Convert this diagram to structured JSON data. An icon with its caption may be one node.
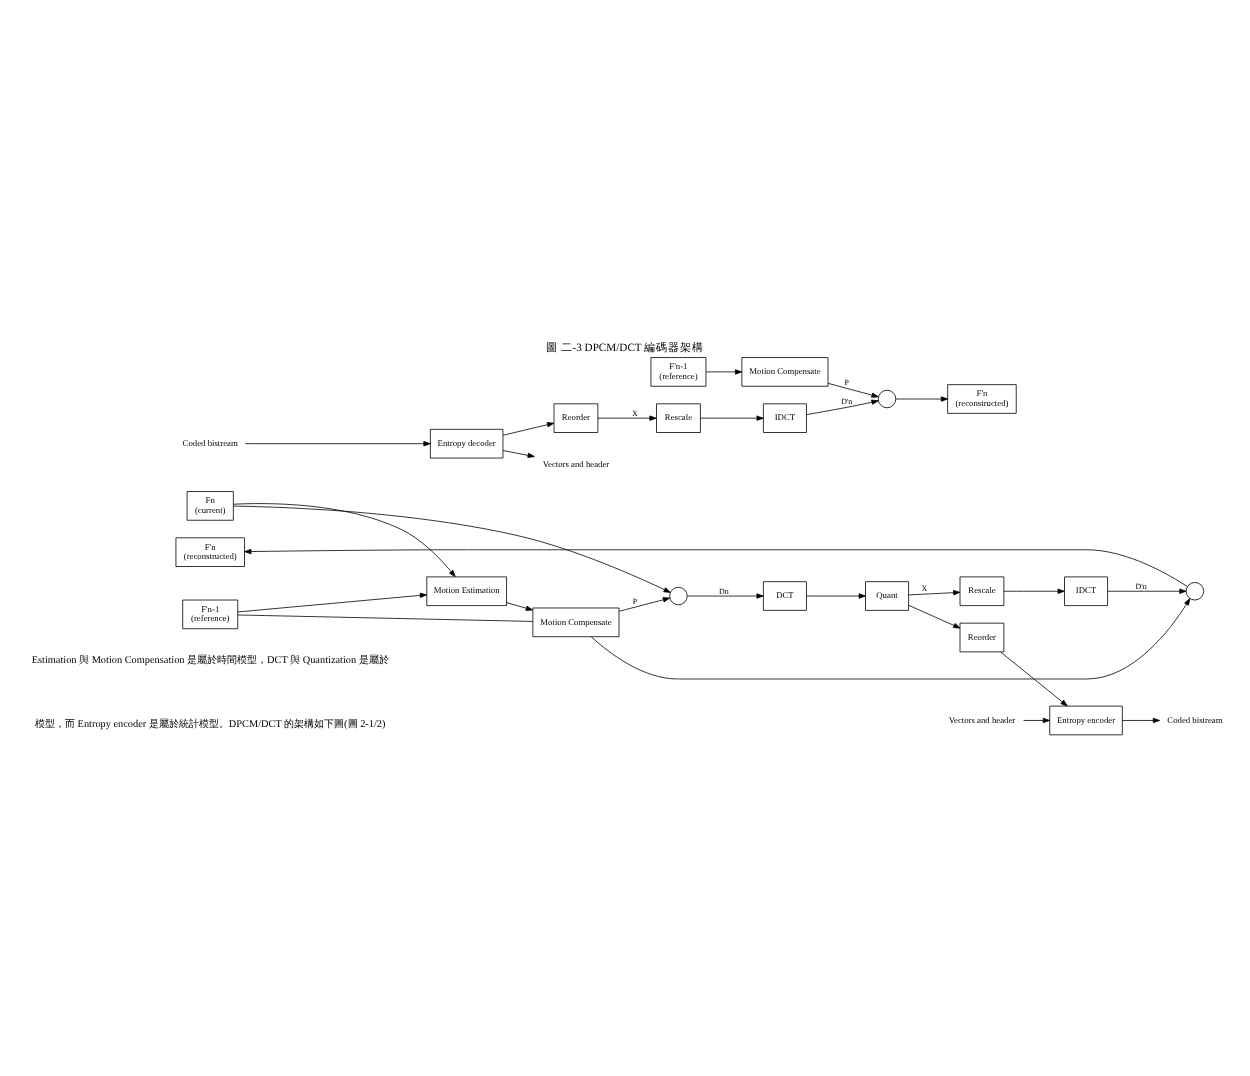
{
  "diagram": {
    "caption": "圖 二-3 DPCM/DCT 編碼器架構",
    "nodes": [
      {
        "text": [
          "Fn",
          "(current)"
        ]
      },
      {
        "text": [
          "Motion Estimation"
        ]
      },
      {
        "text": [
          "F'n-1",
          "(reference)"
        ]
      },
      {
        "text": [
          "Motion Compensate"
        ]
      },
      {
        "text": [
          "F'n",
          "(reconstructed)"
        ]
      },
      {
        "text": [],
        "shape": "circle"
      },
      {
        "text": [
          "DCT"
        ]
      },
      {
        "text": [
          "Quant"
        ]
      },
      {
        "text": [],
        "shape": "circle"
      },
      {
        "text": [
          "IDCT"
        ]
      },
      {
        "text": [
          "Rescale"
        ]
      },
      {
        "text": [
          "Reorder"
        ]
      },
      {
        "text": [
          "Vectors and header"
        ]
      },
      {
        "text": [
          "Entropy encoder"
        ]
      },
      {
        "text": [
          "Coded bistream"
        ]
      },
      {
        "text": [
          "F'n-1",
          "(reference)"
        ]
      },
      {
        "text": [
          "Motion Compensate"
        ]
      },
      {
        "text": [
          "F'n",
          "(reconstructed)"
        ]
      },
      {
        "text": [],
        "shape": "circle"
      },
      {
        "text": [
          "IDCT"
        ]
      },
      {
        "text": [
          "Rescale"
        ]
      },
      {
        "text": [
          "Reorder"
        ]
      },
      {
        "text": [
          "Vectors and header"
        ]
      },
      {
        "text": [
          "Entropy decoder"
        ]
      },
      {
        "text": [
          "Coded bistream"
        ]
      }
    ],
    "edges": [
      {
        "from": 0,
        "to": 5,
        "arrow": "to"
      },
      {
        "from": 0,
        "to": 1,
        "arrow": "to"
      },
      {
        "from": 2,
        "to": 1,
        "arrow": "to"
      },
      {
        "from": 2,
        "to": 3,
        "arrow": "none"
      },
      {
        "from": 1,
        "to": 3,
        "arrow": "to"
      },
      {
        "from": 5,
        "to": 6,
        "arrow": "to",
        "label": "Dn"
      },
      {
        "from": 6,
        "to": 7,
        "arrow": "to"
      },
      {
        "from": 3,
        "to": 5,
        "arrow": "to",
        "label": "P"
      },
      {
        "from": 3,
        "to": 8,
        "arrow": "to"
      },
      {
        "from": 7,
        "to": 10,
        "arrow": "to",
        "label": "X"
      },
      {
        "from": 7,
        "to": 11,
        "arrow": "to"
      },
      {
        "from": 10,
        "to": 9,
        "arrow": "to"
      },
      {
        "from": 9,
        "to": 8,
        "arrow": "to",
        "label": "D'n"
      },
      {
        "from": 8,
        "to": 4,
        "arrow": "to"
      },
      {
        "from": 11,
        "to": 13,
        "arrow": "to"
      },
      {
        "from": 12,
        "to": 13,
        "arrow": "to"
      },
      {
        "from": 13,
        "to": 14,
        "arrow": "to"
      },
      {
        "from": 15,
        "to": 16,
        "arrow": "to"
      },
      {
        "from": 16,
        "to": 18,
        "arrow": "to",
        "label": "P"
      },
      {
        "from": 19,
        "to": 18,
        "arrow": "to",
        "label": "D'n"
      },
      {
        "from": 18,
        "to": 17,
        "arrow": "to"
      },
      {
        "from": 20,
        "to": 19,
        "arrow": "to"
      },
      {
        "from": 21,
        "to": 20,
        "arrow": "to",
        "label": "X"
      },
      {
        "from": 23,
        "to": 21,
        "arrow": "to"
      },
      {
        "from": 23,
        "to": 22,
        "arrow": "to"
      },
      {
        "from": 24,
        "to": 23,
        "arrow": "to"
      }
    ],
    "labels": [
      "Estimation 與 Motion Compensation 是屬於時間模型，DCT 與 Quantization 是屬於",
      "模型，而 Entropy encoder 是屬於統計模型。DPCM/DCT 的架構如下圖(圖 2-1/2)"
    ]
  }
}
